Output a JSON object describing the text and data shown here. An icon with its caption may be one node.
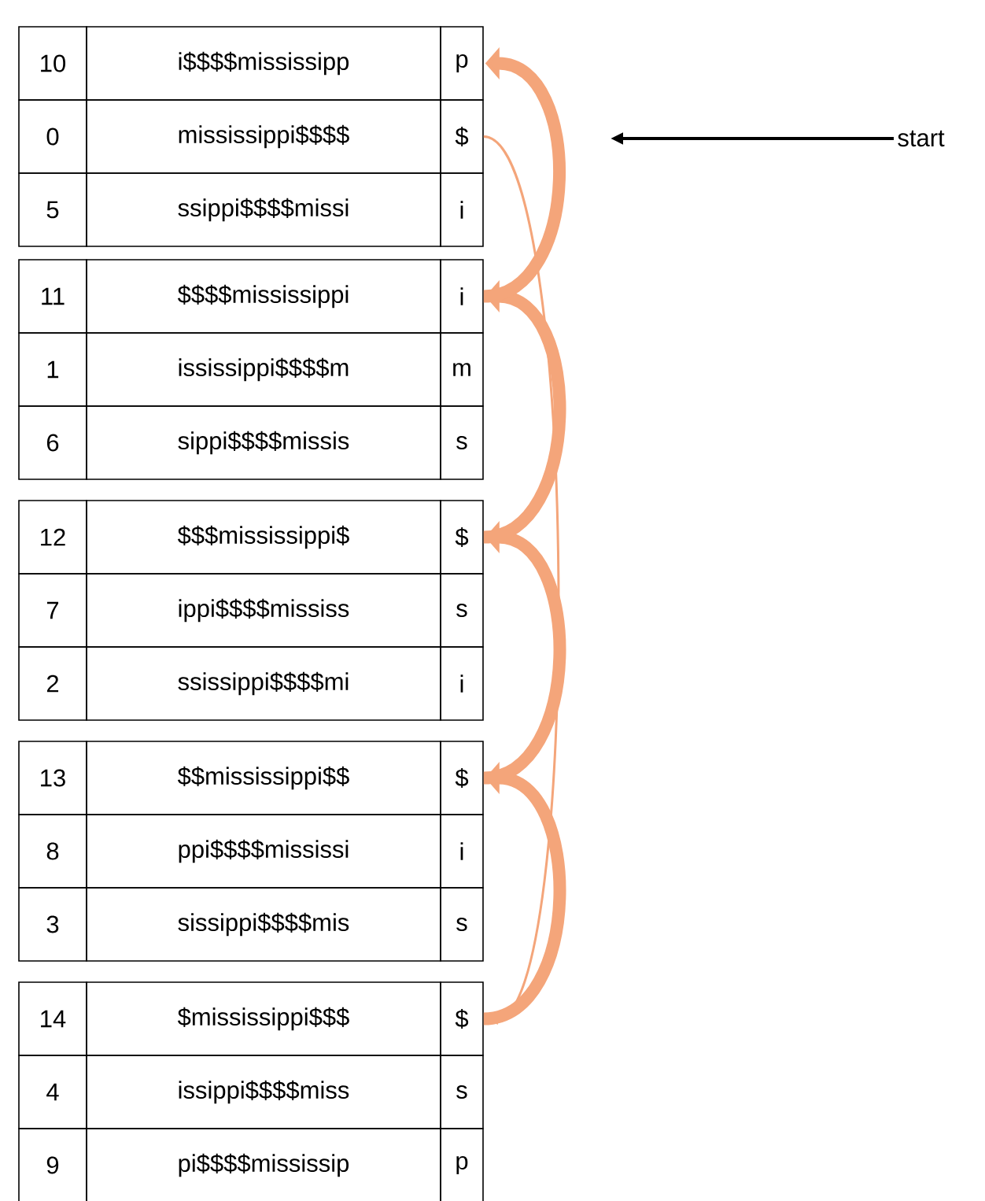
{
  "diagram": {
    "nodes": [
      {
        "text": [
          "p"
        ]
      },
      {
        "text": [
          "$"
        ]
      },
      {
        "text": [
          "i"
        ]
      },
      {
        "text": [
          "i"
        ]
      },
      {
        "text": [
          "m"
        ]
      },
      {
        "text": [
          "s"
        ]
      },
      {
        "text": [
          "$"
        ]
      },
      {
        "text": [
          "s"
        ]
      },
      {
        "text": [
          "i"
        ]
      },
      {
        "text": [
          "$"
        ]
      },
      {
        "text": [
          "i"
        ]
      },
      {
        "text": [
          "s"
        ]
      },
      {
        "text": [
          "$"
        ]
      },
      {
        "text": [
          "s"
        ]
      },
      {
        "text": [
          "p"
        ]
      },
      {
        "text": [
          "start"
        ]
      }
    ],
    "edges": [
      {
        "from": 1,
        "to": 12,
        "arrow": "to"
      },
      {
        "from": 12,
        "to": 9,
        "arrow": "to"
      },
      {
        "from": 9,
        "to": 6,
        "arrow": "to"
      },
      {
        "from": 6,
        "to": 3,
        "arrow": "to"
      },
      {
        "from": 3,
        "to": 0,
        "arrow": "to"
      },
      {
        "from": 15,
        "to": null,
        "arrow": "to",
        "color": "#000000"
      }
    ],
    "labels": [
      "10",
      "i$$$$mississipp",
      "0",
      "mississippi$$$$",
      "5",
      "ssippi$$$$missi",
      "11",
      "$$$$mississippi",
      "1",
      "ississippi$$$$m",
      "6",
      "sippi$$$$missis",
      "12",
      "$$$mississippi$",
      "7",
      "ippi$$$$mississ",
      "2",
      "ssissippi$$$$mi",
      "13",
      "$$mississippi$$",
      "8",
      "ppi$$$$mississi",
      "3",
      "sissippi$$$$mis",
      "14",
      "$mississippi$$$",
      "4",
      "issippi$$$$miss",
      "9",
      "pi$$$$mississip"
    ]
  }
}
